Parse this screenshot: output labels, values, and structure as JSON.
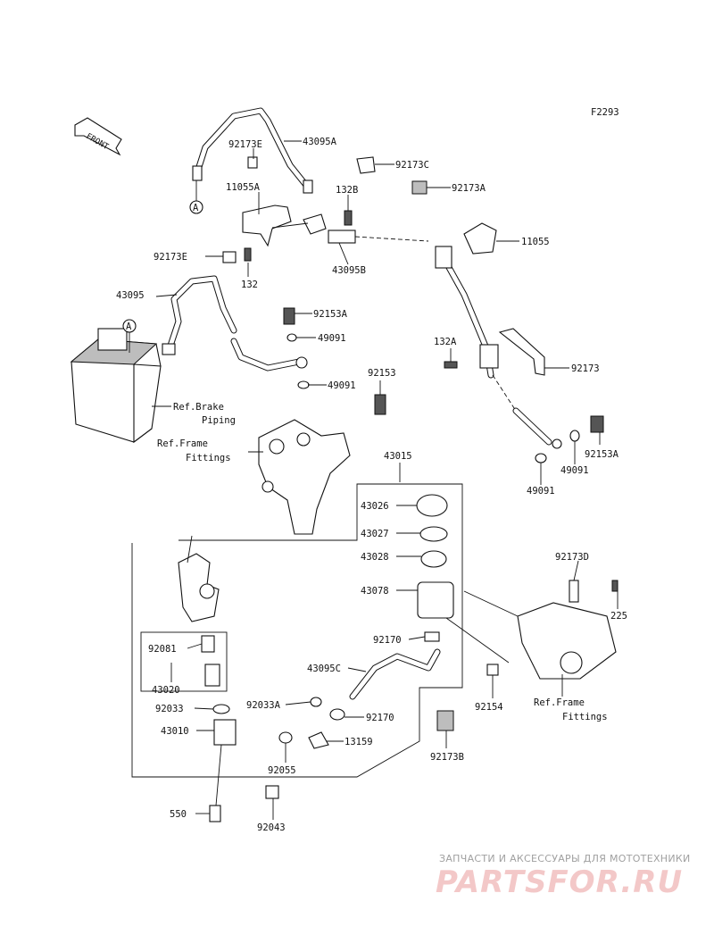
{
  "figure_code": "F2293",
  "front_label": "FRONT",
  "callout_a": "A",
  "ref_brake_piping": [
    "Ref.Brake",
    "Piping"
  ],
  "ref_frame_fittings_1": [
    "Ref.Frame",
    "Fittings"
  ],
  "ref_frame_fittings_2": [
    "Ref.Frame",
    "Fittings"
  ],
  "part_labels": {
    "p43095A": "43095A",
    "p92173E_top": "92173E",
    "p92173C": "92173C",
    "p132B": "132B",
    "p92173A": "92173A",
    "p11055A": "11055A",
    "p11055": "11055",
    "p92173E": "92173E",
    "p132": "132",
    "p43095B": "43095B",
    "p43095": "43095",
    "p92153A": "92153A",
    "p49091_a": "49091",
    "p132A": "132A",
    "p49091_b": "49091",
    "p92153": "92153",
    "p92173": "92173",
    "p92153A_b": "92153A",
    "p49091_c": "49091",
    "p43015": "43015",
    "p49091_d": "49091",
    "p43026": "43026",
    "p43027": "43027",
    "p43028": "43028",
    "p92173D": "92173D",
    "p43078": "43078",
    "p225": "225",
    "p92081": "92081",
    "p92170": "92170",
    "p43095C": "43095C",
    "p43020": "43020",
    "p92033A": "92033A",
    "p92154": "92154",
    "p92033": "92033",
    "p92170_b": "92170",
    "p43010": "43010",
    "p13159": "13159",
    "p92055": "92055",
    "p92173B": "92173B",
    "p550": "550",
    "p92043": "92043"
  },
  "watermark": {
    "tagline": "ЗАПЧАСТИ И АКСЕССУАРЫ ДЛЯ МОТОТЕХНИКИ",
    "logo": "PARTSFOR.RU"
  }
}
